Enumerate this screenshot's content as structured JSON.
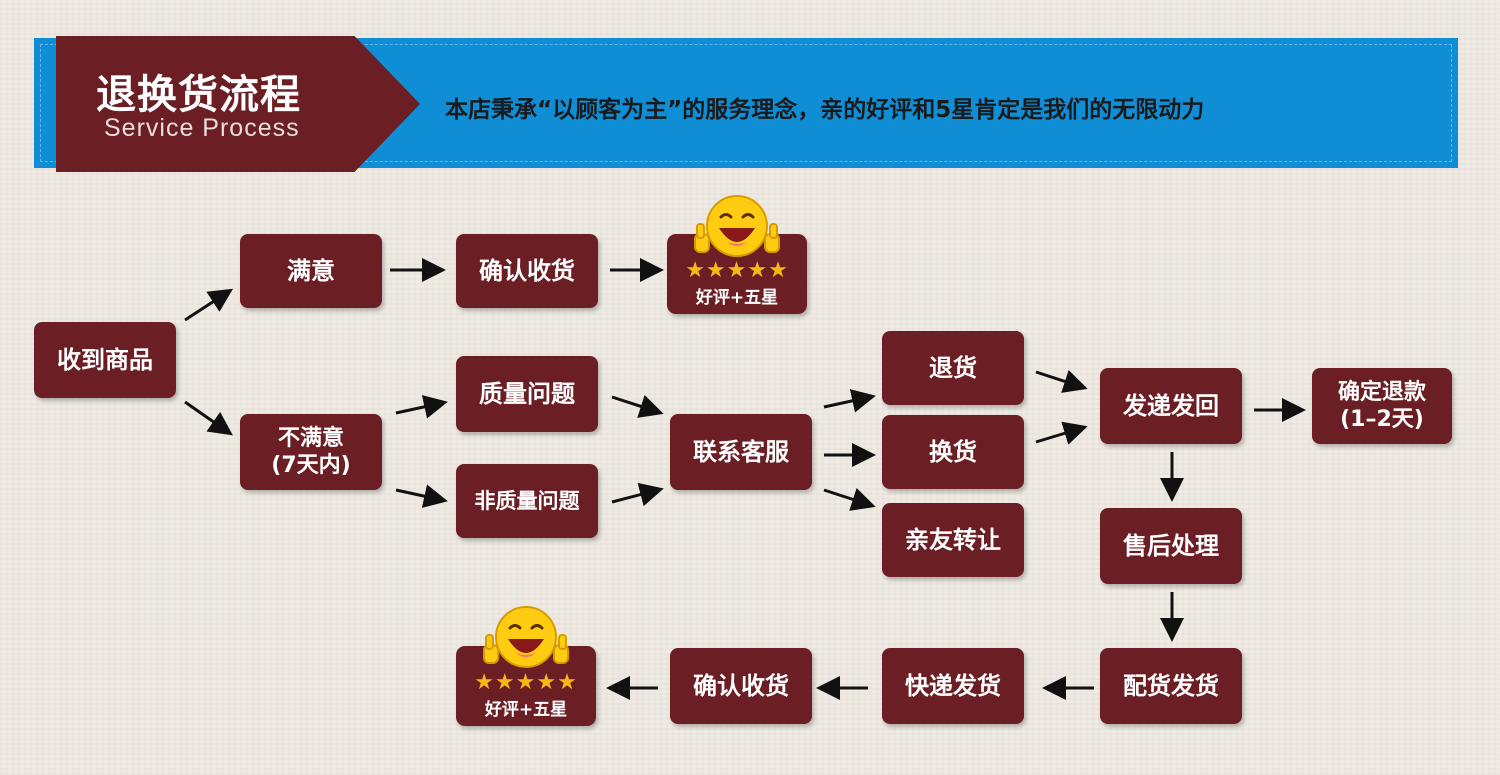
{
  "header": {
    "title": "退换货流程",
    "subtitle": "Service Process",
    "slogan": "本店秉承“以顾客为主”的服务理念，亲的好评和5星肯定是我们的无限动力"
  },
  "nodes": {
    "receive": "收到商品",
    "satisfied": "满意",
    "confirm_top": "确认收货",
    "unsatisfied": "不满意\n(7天内)",
    "quality": "质量问题",
    "non_quality": "非质量问题",
    "contact": "联系客服",
    "return": "退货",
    "exchange": "换货",
    "transfer": "亲友转让",
    "send_back": "发递发回",
    "refund": "确定退款\n(1–2天)",
    "aftersale": "售后处理",
    "ship": "配货发货",
    "express": "快递发货",
    "confirm_bottom": "确认收货"
  },
  "reward": {
    "stars": "★★★★★",
    "label": "好评+五星"
  },
  "colors": {
    "banner": "#0f8ed6",
    "node": "#6b1f24",
    "star": "#f7b718"
  },
  "icons": [
    "smiley-thumbs-up-icon",
    "star-icon",
    "arrow-icon"
  ]
}
